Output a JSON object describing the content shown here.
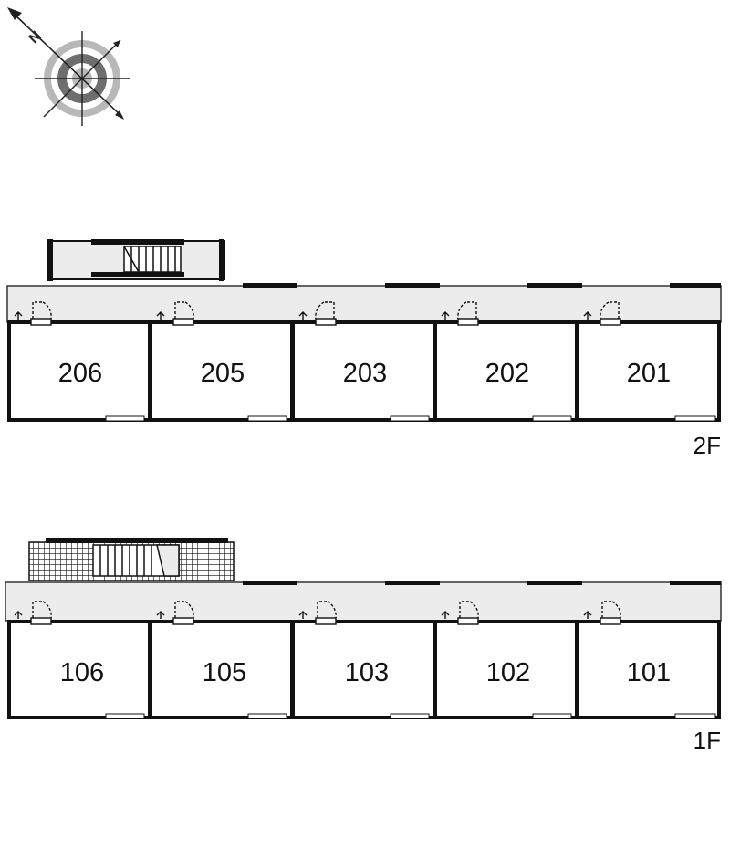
{
  "compass": {
    "letter": "N",
    "icon": "compass-rose-icon"
  },
  "floors": [
    {
      "id": "floor-2",
      "label": "2F",
      "units": [
        "206",
        "205",
        "203",
        "202",
        "201"
      ]
    },
    {
      "id": "floor-1",
      "label": "1F",
      "units": [
        "106",
        "105",
        "103",
        "102",
        "101"
      ]
    }
  ],
  "colors": {
    "wall": "#111111",
    "corridor": "#ececec",
    "dark_ring": "#6e6e6e",
    "light_ring": "#b8b8b8"
  }
}
